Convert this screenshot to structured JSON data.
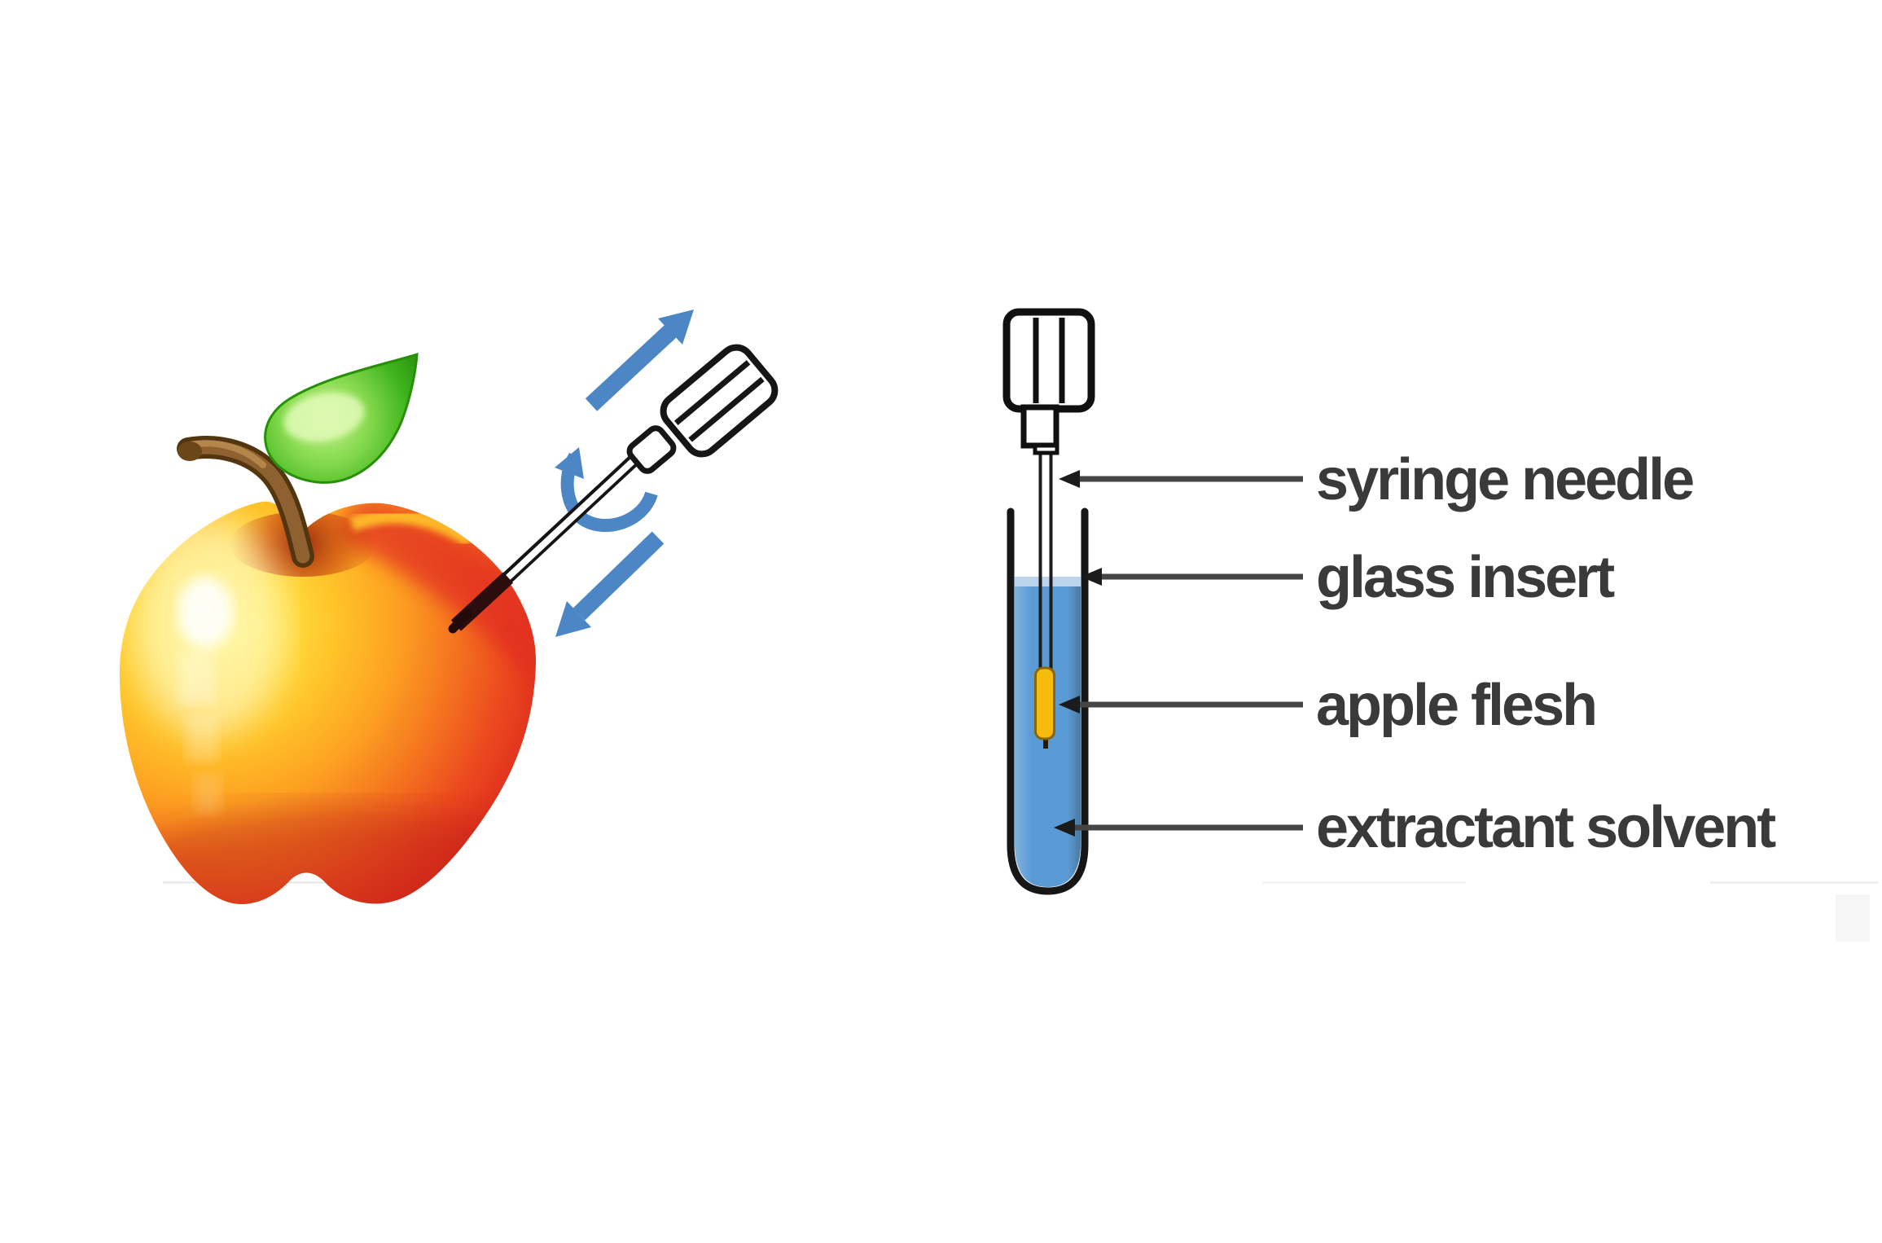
{
  "figure": {
    "background_color": "#ffffff",
    "labels": [
      {
        "text": "syringe needle"
      },
      {
        "text": "glass insert"
      },
      {
        "text": "apple flesh"
      },
      {
        "text": "extractant solvent"
      }
    ],
    "label_text_color": "#3a3a3a",
    "leader_line_color": "#454545",
    "leader_head_color": "#1b1b1b"
  },
  "apple_illustration": {
    "apple_yellow": "#ffe14d",
    "apple_orange": "#fb8c20",
    "apple_red": "#d92020",
    "leaf_green": "#3fae1c",
    "stem_brown": "#8a5a28",
    "needle_outline": "#141414",
    "motion_arrow_blue": "#4d86c4"
  },
  "vial_diagram": {
    "outline_black": "#161616",
    "solvent_blue": "#5b9bd5",
    "solvent_surface_light": "#bdd5ec",
    "apple_flesh_gold": "#f7bb0e"
  }
}
